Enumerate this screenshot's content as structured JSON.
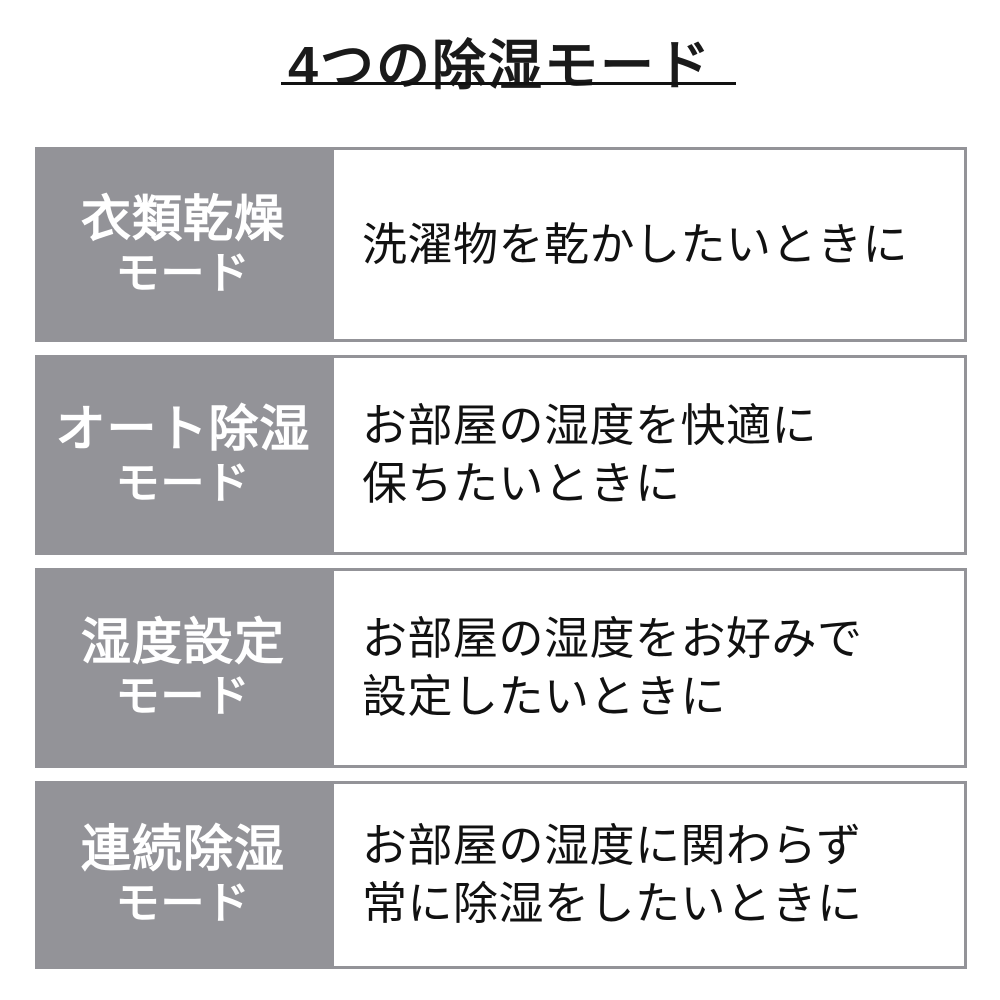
{
  "header": {
    "title": "4つの除湿モード",
    "underline_color": "#111111"
  },
  "theme": {
    "label_background": "#939398",
    "label_text_color": "#ffffff",
    "description_background": "#ffffff",
    "description_text_color": "#111111",
    "border_color": "#939398",
    "page_background": "#ffffff"
  },
  "modes": [
    {
      "label_main": "衣類乾燥",
      "label_sub": "モード",
      "description_lines": [
        "洗濯物を乾かしたいときに"
      ]
    },
    {
      "label_main": "オート除湿",
      "label_sub": "モード",
      "description_lines": [
        "お部屋の湿度を快適に",
        "保ちたいときに"
      ]
    },
    {
      "label_main": "湿度設定",
      "label_sub": "モード",
      "description_lines": [
        "お部屋の湿度をお好みで",
        "設定したいときに"
      ]
    },
    {
      "label_main": "連続除湿",
      "label_sub": "モード",
      "description_lines": [
        "お部屋の湿度に関わらず",
        "常に除湿をしたいときに"
      ]
    }
  ]
}
